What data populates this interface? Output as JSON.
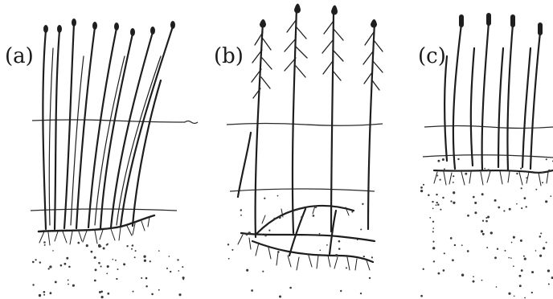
{
  "figure": {
    "panels": [
      {
        "id": "a",
        "label": "(a)"
      },
      {
        "id": "b",
        "label": "(b)"
      },
      {
        "id": "c",
        "label": "(c)"
      }
    ],
    "colors": {
      "ink": "#1e1e1e",
      "background": "#ffffff"
    }
  }
}
